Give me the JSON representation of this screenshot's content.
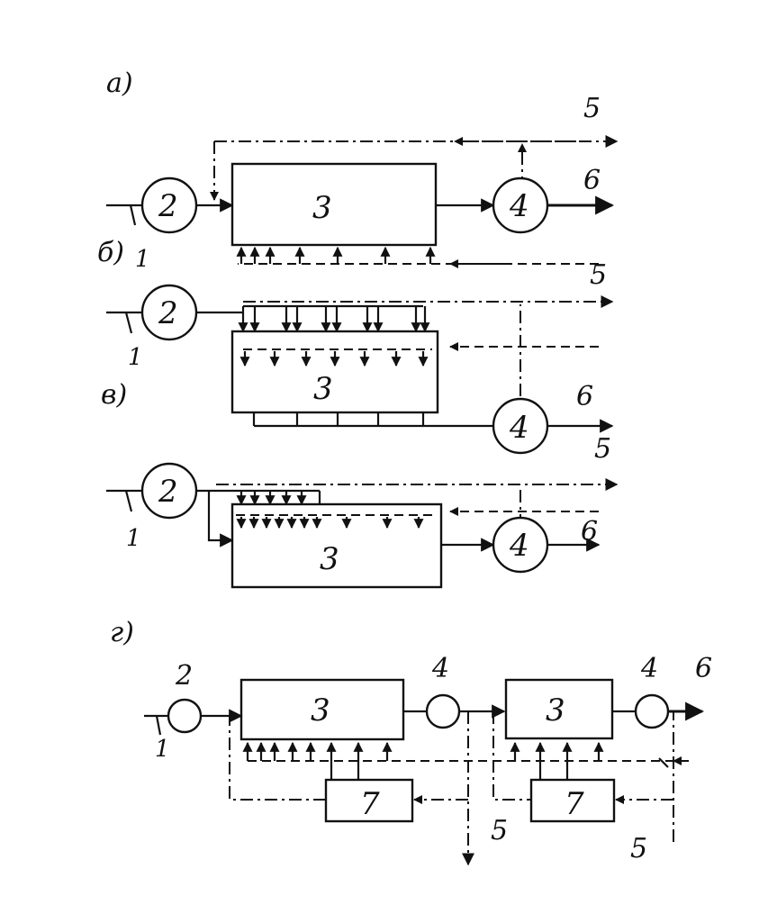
{
  "panels": {
    "a": {
      "letter": "а)"
    },
    "b": {
      "letter": "б)"
    },
    "v": {
      "letter": "в)"
    },
    "g": {
      "letter": "г)"
    }
  },
  "numbers": {
    "n1": "1",
    "n2": "2",
    "n3": "3",
    "n4": "4",
    "n5": "5",
    "n6": "6",
    "n7": "7"
  }
}
